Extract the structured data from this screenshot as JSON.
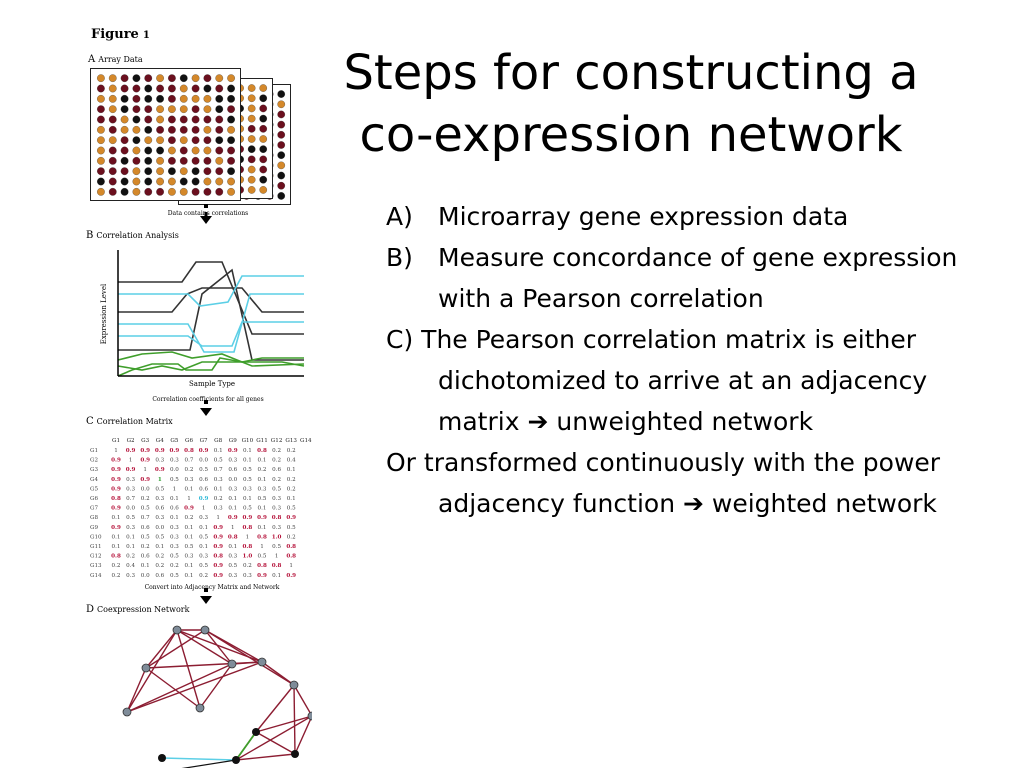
{
  "slide": {
    "title_line1": "Steps for constructing a",
    "title_line2": "co-expression network",
    "bullets": [
      {
        "marker": "A)",
        "text": "Microarray gene expression data"
      },
      {
        "marker": "B)",
        "text": "Measure concordance of gene expression with a Pearson correlation"
      },
      {
        "marker": "C)",
        "text_before": "The Pearson correlation matrix is either dichotomized to arrive at an adjacency matrix ",
        "arrow": "➔",
        "text_after": " unweighted network"
      },
      {
        "marker": "",
        "text_before": "Or transformed continuously with the power adjacency function ",
        "arrow": "➔",
        "text_after": " weighted network"
      }
    ]
  },
  "figure": {
    "title": "Figure",
    "title_number": "1",
    "panels": {
      "a": {
        "letter": "A",
        "label": "Array Data"
      },
      "b": {
        "letter": "B",
        "label": "Correlation Analysis",
        "ylabel": "Expression Level",
        "xlabel": "Sample Type"
      },
      "c": {
        "letter": "C",
        "label": "Correlation Matrix"
      },
      "d": {
        "letter": "D",
        "label": "Coexpression Network"
      }
    },
    "captions": {
      "ab": "Data contains correlations",
      "bc": "Correlation coefficients for all genes",
      "cd": "Convert into Adjacency Matrix and Network"
    },
    "matrix": {
      "headers": [
        "G1",
        "G2",
        "G3",
        "G4",
        "G5",
        "G6",
        "G7",
        "G8",
        "G9",
        "G10",
        "G11",
        "G12",
        "G13",
        "G14"
      ],
      "rows": [
        [
          "G1",
          "1",
          "0.9",
          "0.9",
          "0.9",
          "0.9",
          "0.8",
          "0.9",
          "0.1",
          "0.9",
          "0.1",
          "0.8",
          "0.2",
          "0.2"
        ],
        [
          "G2",
          "0.9",
          "1",
          "0.9",
          "0.3",
          "0.3",
          "0.7",
          "0.0",
          "0.5",
          "0.3",
          "0.1",
          "0.1",
          "0.2",
          "0.4"
        ],
        [
          "G3",
          "0.9",
          "0.9",
          "1",
          "0.9",
          "0.0",
          "0.2",
          "0.5",
          "0.7",
          "0.6",
          "0.5",
          "0.2",
          "0.6",
          "0.1"
        ],
        [
          "G4",
          "0.9",
          "0.3",
          "0.9",
          "1",
          "0.5",
          "0.3",
          "0.6",
          "0.3",
          "0.0",
          "0.5",
          "0.1",
          "0.2",
          "0.2"
        ],
        [
          "G5",
          "0.9",
          "0.3",
          "0.0",
          "0.5",
          "1",
          "0.1",
          "0.6",
          "0.1",
          "0.3",
          "0.3",
          "0.3",
          "0.5",
          "0.2"
        ],
        [
          "G6",
          "0.8",
          "0.7",
          "0.2",
          "0.3",
          "0.1",
          "1",
          "0.9",
          "0.2",
          "0.1",
          "0.1",
          "0.5",
          "0.3",
          "0.1"
        ],
        [
          "G7",
          "0.9",
          "0.0",
          "0.5",
          "0.6",
          "0.6",
          "0.9",
          "1",
          "0.3",
          "0.1",
          "0.5",
          "0.1",
          "0.3",
          "0.5"
        ],
        [
          "G8",
          "0.1",
          "0.5",
          "0.7",
          "0.3",
          "0.1",
          "0.2",
          "0.3",
          "1",
          "0.9",
          "0.9",
          "0.9",
          "0.8",
          "0.9"
        ],
        [
          "G9",
          "0.9",
          "0.3",
          "0.6",
          "0.0",
          "0.3",
          "0.1",
          "0.1",
          "0.9",
          "1",
          "0.8",
          "0.1",
          "0.3",
          "0.5"
        ],
        [
          "G10",
          "0.1",
          "0.1",
          "0.5",
          "0.5",
          "0.3",
          "0.1",
          "0.5",
          "0.9",
          "0.8",
          "1",
          "0.8",
          "1.0",
          "0.2"
        ],
        [
          "G11",
          "0.1",
          "0.1",
          "0.2",
          "0.1",
          "0.3",
          "0.5",
          "0.1",
          "0.9",
          "0.1",
          "0.8",
          "1",
          "0.5",
          "0.8"
        ],
        [
          "G12",
          "0.8",
          "0.2",
          "0.6",
          "0.2",
          "0.5",
          "0.3",
          "0.3",
          "0.8",
          "0.3",
          "1.0",
          "0.5",
          "1",
          "0.8"
        ],
        [
          "G13",
          "0.2",
          "0.4",
          "0.1",
          "0.2",
          "0.2",
          "0.1",
          "0.5",
          "0.9",
          "0.5",
          "0.2",
          "0.8",
          "0.8",
          "1"
        ],
        [
          "G14",
          "0.2",
          "0.3",
          "0.0",
          "0.6",
          "0.5",
          "0.1",
          "0.2",
          "0.9",
          "0.3",
          "0.3",
          "0.9",
          "0.1",
          "0.9"
        ]
      ]
    },
    "colors": {
      "array_orange": "#d4882a",
      "array_red": "#6b0f1e",
      "array_black": "#111111",
      "cyan_line": "#5ccfe6",
      "green_line": "#3f9e2b",
      "dark_line": "#333333",
      "matrix_red": "#b5123a",
      "matrix_green": "#2e9e2e",
      "matrix_cyan": "#2bb8d6",
      "network_edge": "#8c1d32",
      "network_node": "#7f8c99",
      "network_black": "#111111"
    }
  }
}
